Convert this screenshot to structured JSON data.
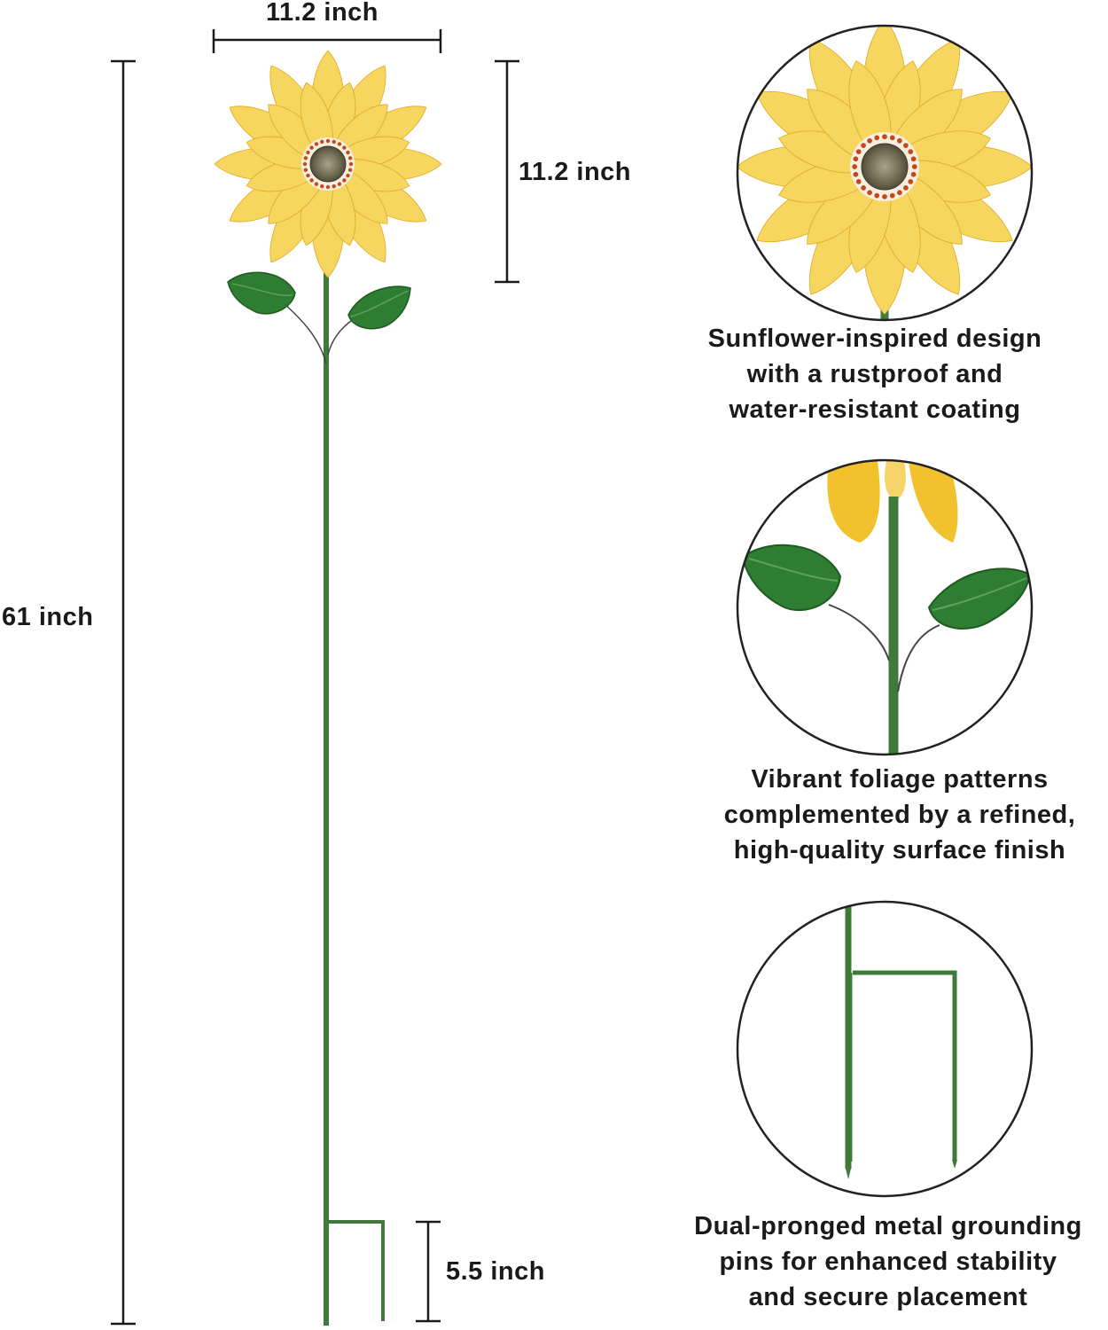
{
  "dimensions": {
    "flower_width": "11.2 inch",
    "flower_height": "11.2 inch",
    "total_height": "61 inch",
    "stake_height": "5.5 inch"
  },
  "features": [
    {
      "lines": [
        "Sunflower-inspired design",
        "with a rustproof and",
        "water-resistant coating"
      ]
    },
    {
      "lines": [
        "Vibrant foliage patterns",
        "complemented by a refined,",
        "high-quality surface finish"
      ]
    },
    {
      "lines": [
        "Dual-pronged metal grounding",
        "pins for enhanced stability",
        "and secure placement"
      ]
    }
  ],
  "colors": {
    "stem": "#3f7a3a",
    "leaf": "#2e7d32",
    "petal_outer": "#f2c12e",
    "petal_inner": "#f0561c",
    "center": "#8a8a6a"
  }
}
